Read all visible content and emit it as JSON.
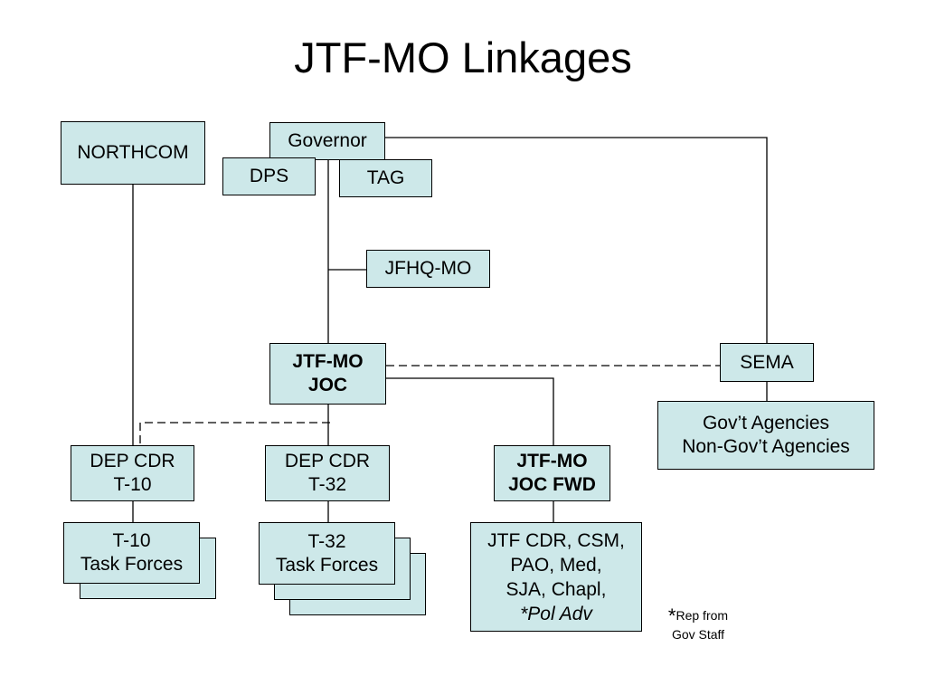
{
  "title": "JTF-MO Linkages",
  "nodes": {
    "northcom": "NORTHCOM",
    "governor": "Governor",
    "dps": "DPS",
    "tag": "TAG",
    "jfhq": "JFHQ-MO",
    "joc": [
      "JTF-MO",
      "JOC"
    ],
    "sema": "SEMA",
    "agencies": [
      "Gov’t Agencies",
      "Non-Gov’t Agencies"
    ],
    "dep_t10": [
      "DEP CDR",
      "T-10"
    ],
    "dep_t32": [
      "DEP CDR",
      "T-32"
    ],
    "joc_fwd": [
      "JTF-MO",
      "JOC FWD"
    ],
    "tf_t10": [
      "T-10",
      "Task Forces"
    ],
    "tf_t32": [
      "T-32",
      "Task Forces"
    ],
    "staff": [
      "JTF CDR, CSM,",
      "PAO, Med,",
      "SJA, Chapl,",
      "*Pol Adv"
    ]
  },
  "note": {
    "star": "*",
    "line1": "Rep from",
    "line2": "Gov Staff"
  }
}
